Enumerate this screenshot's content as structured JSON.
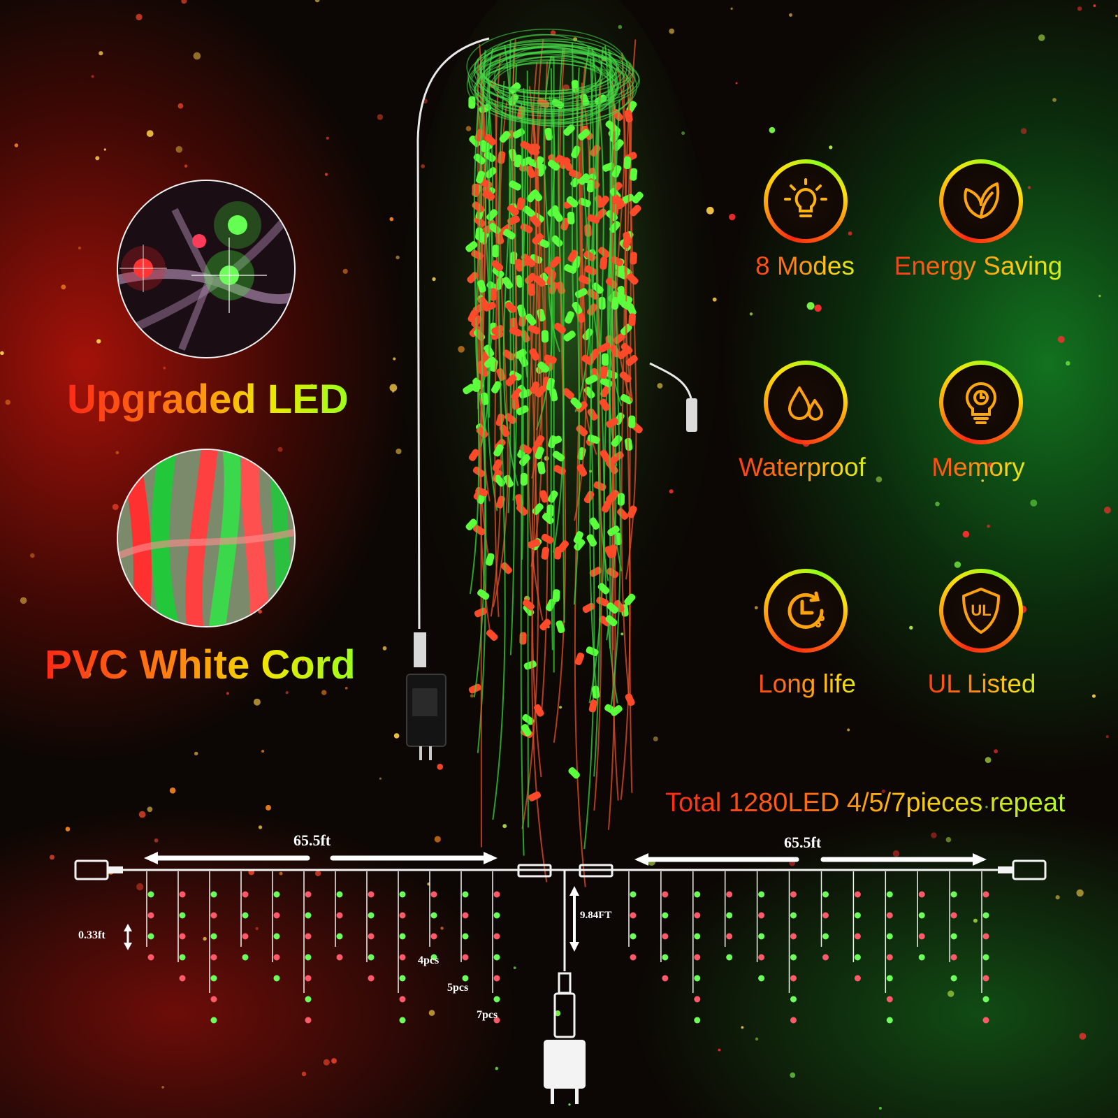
{
  "left_features": [
    {
      "label": "Upgraded LED",
      "icon": "led-closeup-photo"
    },
    {
      "label": "PVC White Cord",
      "icon": "cord-closeup-photo"
    }
  ],
  "features": [
    {
      "label": "8 Modes",
      "icon": "lightbulb-icon"
    },
    {
      "label": "Energy Saving",
      "icon": "leaf-icon"
    },
    {
      "label": "Waterproof",
      "icon": "water-drops-icon"
    },
    {
      "label": "Memory",
      "icon": "memory-bulb-icon"
    },
    {
      "label": "Long life",
      "icon": "clock-icon"
    },
    {
      "label": "UL Listed",
      "icon": "ul-shield-icon"
    }
  ],
  "ul_mark": "UL",
  "diagram": {
    "total": "Total 1280LED 4/5/7pieces repeat",
    "left_length": "65.5ft",
    "right_length": "65.5ft",
    "drop_spacing": "0.33ft",
    "lead_length": "9.84FT",
    "pcs_labels": [
      "4pcs",
      "5pcs",
      "7pcs"
    ]
  },
  "colors": {
    "red": "#ff2a17",
    "orange": "#ff8a10",
    "yellow": "#f2e500",
    "green": "#9cff1a"
  }
}
